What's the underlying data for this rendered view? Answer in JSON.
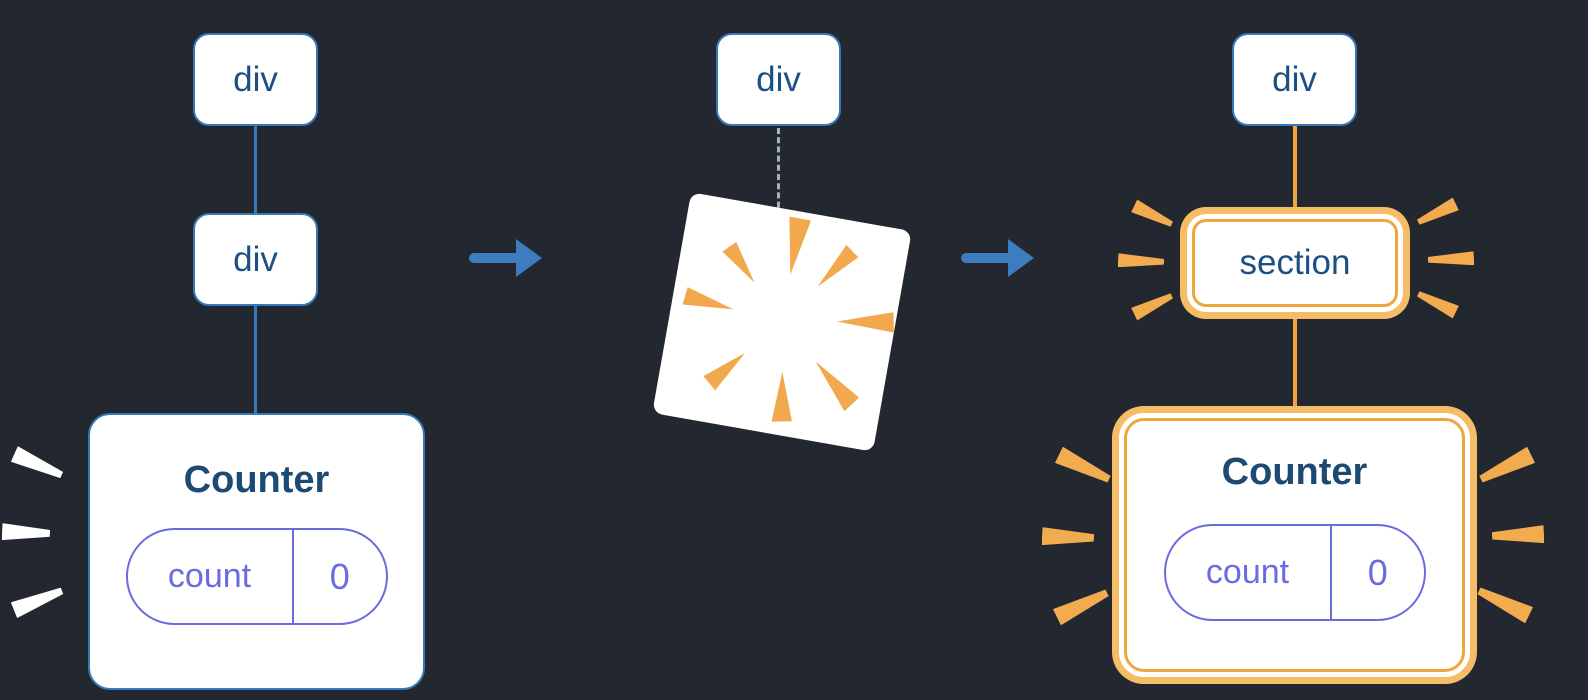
{
  "diagram": {
    "step1": {
      "parent_node": "div",
      "child_node": "div",
      "counter": {
        "title": "Counter",
        "state_label": "count",
        "state_value": "0"
      }
    },
    "step2": {
      "parent_node": "div"
    },
    "step3": {
      "parent_node": "div",
      "section_node": "section",
      "counter": {
        "title": "Counter",
        "state_label": "count",
        "state_value": "0"
      }
    }
  },
  "icons": {
    "arrow": "arrow-right-icon",
    "poof": "poof-burst-icon",
    "spark": "emphasis-spark-icon"
  },
  "colors": {
    "background": "#23272F",
    "node_border_blue": "#3579B8",
    "node_text_blue": "#1C5084",
    "title_text": "#1D4A73",
    "state_purple": "#6B6BE0",
    "highlight_orange": "#EFA63F",
    "highlight_orange_light": "#F5BE66",
    "burst_orange": "#F2A94D",
    "arrow_blue": "#3E7CC0",
    "spark_white": "#FFFFFF",
    "dashed_line": "#A2B2C0"
  }
}
